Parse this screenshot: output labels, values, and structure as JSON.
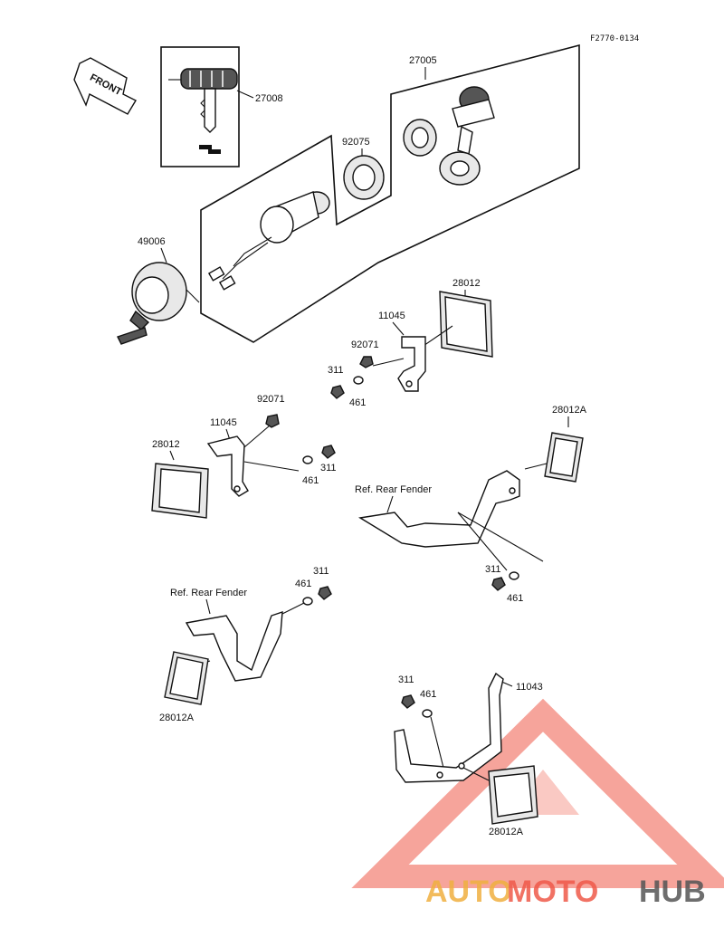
{
  "diagram_code": "F2770-0134",
  "front_label": "FRONT",
  "labels": {
    "p27008": "27008",
    "p27005": "27005",
    "p92075": "92075",
    "p49006": "49006",
    "p28012_top": "28012",
    "p11045_top": "11045",
    "p92071_top": "92071",
    "p311_a": "311",
    "p461_a": "461",
    "p92071_mid": "92071",
    "p11045_mid": "11045",
    "p28012_mid": "28012",
    "p461_b": "461",
    "p311_b": "311",
    "p28012A_right": "28012A",
    "ref_fender_right": "Ref. Rear Fender",
    "p311_c": "311",
    "p461_c": "461",
    "ref_fender_left": "Ref. Rear Fender",
    "p461_d": "461",
    "p311_d": "311",
    "p28012A_left": "28012A",
    "p311_e": "311",
    "p461_e": "461",
    "p11043": "11043",
    "p28012A_bottom": "28012A"
  },
  "watermark": {
    "part1": "AUTO",
    "part2": "MOTO",
    "part3": "HUB",
    "colors": {
      "triangle": "#ef5a4a",
      "auto": "#f0b040",
      "moto": "#ef5a4a",
      "hub": "#555555"
    }
  }
}
